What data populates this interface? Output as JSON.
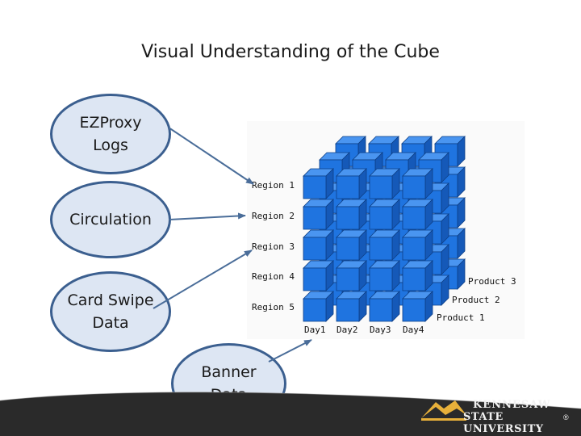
{
  "title": "Visual Understanding of the Cube",
  "sources": {
    "ezproxy": "EZProxy\nLogs",
    "circulation": "Circulation",
    "card_swipe": "Card Swipe\nData",
    "banner": "Banner\nData"
  },
  "cube": {
    "regions": [
      "Region 1",
      "Region 2",
      "Region 3",
      "Region 4",
      "Region 5"
    ],
    "days": [
      "Day1",
      "Day2",
      "Day3",
      "Day4"
    ],
    "products": [
      "Product 3",
      "Product 2",
      "Product 1"
    ],
    "colors": {
      "cube_front": "#1f74e0",
      "cube_top": "#4a95f0",
      "cube_side": "#1559b8"
    }
  },
  "logo": {
    "line1": "Kennesaw",
    "line2": "State University",
    "mark": "®"
  },
  "colors": {
    "ellipse_fill": "#dde6f3",
    "ellipse_border": "#3b5f8f",
    "arrow": "#4a6d99",
    "footer": "#2a2a2a",
    "accent": "#e7b03a"
  }
}
